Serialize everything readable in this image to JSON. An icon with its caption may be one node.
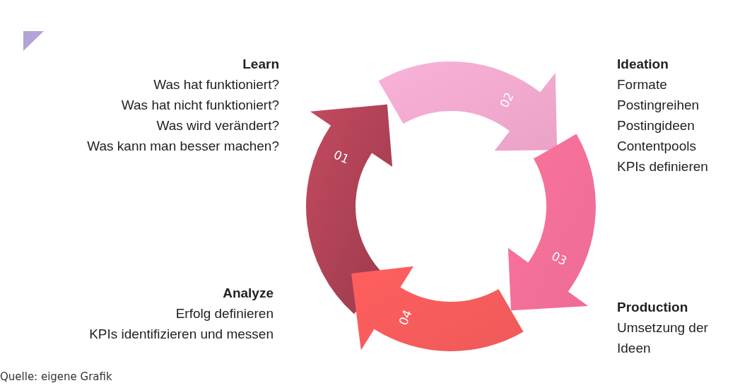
{
  "diagram": {
    "nodes": [
      {
        "text": [
          "01"
        ],
        "beside": [
          "Learn",
          "Was hat funktioniert?",
          "Was hat nicht funktioniert?",
          "Was wird verändert?",
          "Was kann man besser machen?"
        ]
      },
      {
        "text": [
          "02"
        ],
        "beside": [
          "Ideation",
          "Formate",
          "Postingreihen",
          "Postingideen",
          "Contentpools",
          "KPIs definieren"
        ]
      },
      {
        "text": [
          "03"
        ],
        "beside": [
          "Production",
          "Umsetzung der Ideen"
        ]
      },
      {
        "text": [
          "04"
        ],
        "beside": [
          "Analyze",
          "Erfolg definieren",
          "KPIs identifizieren und messen"
        ]
      }
    ],
    "edges": [],
    "caption": "Quelle: eigene Grafik"
  }
}
